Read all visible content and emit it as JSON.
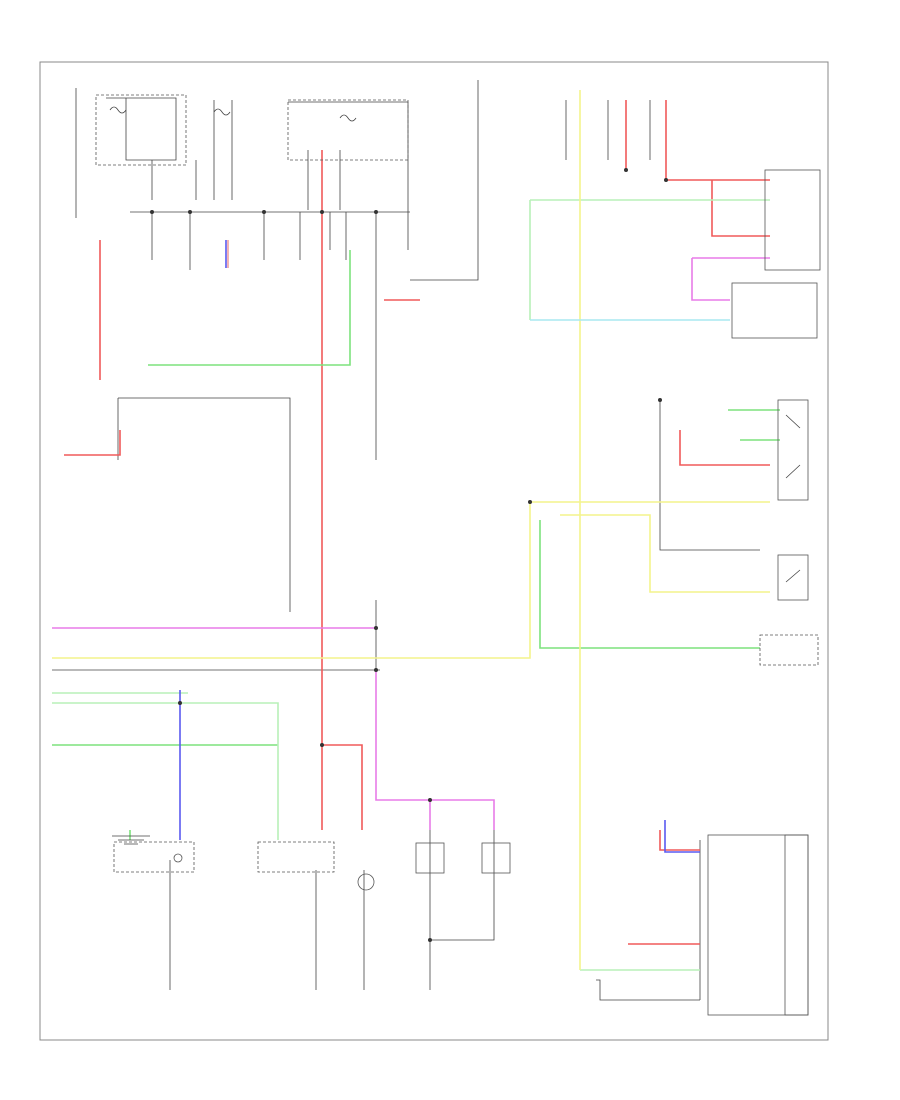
{
  "diagram": {
    "corner_label": "",
    "title": ""
  },
  "colors": {
    "red": "#f05a5a",
    "pink": "#f0a0a0",
    "green": "#7de27d",
    "light_green": "#b8f0b8",
    "yellow": "#f4f48c",
    "blue": "#5a5af0",
    "magenta": "#e87ce8",
    "cyan": "#a8e8f0",
    "black": "#444444",
    "gray": "#9a9a9a"
  },
  "icons": [
    "fuse-symbol",
    "relay-switch-symbol",
    "ground-symbol",
    "lamp-symbol",
    "motor-symbol"
  ]
}
